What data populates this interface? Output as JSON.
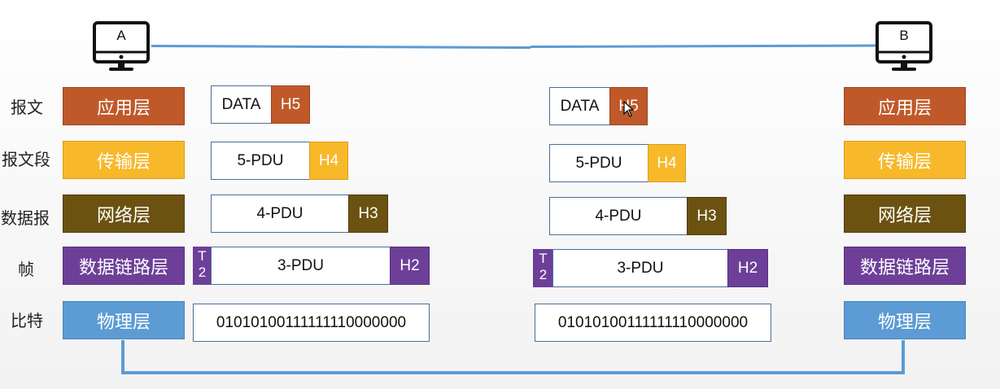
{
  "hosts": {
    "a": "A",
    "b": "B"
  },
  "row_labels": [
    "报文",
    "报文段",
    "数据报",
    "帧",
    "比特"
  ],
  "layers": {
    "application": "应用层",
    "transport": "传输层",
    "network": "网络层",
    "datalink": "数据链路层",
    "physical": "物理层"
  },
  "pdus": {
    "data": "DATA",
    "h5": "H5",
    "pdu5": "5-PDU",
    "h4": "H4",
    "pdu4": "4-PDU",
    "h3": "H3",
    "pdu3": "3-PDU",
    "h2": "H2",
    "trailer_top": "T",
    "trailer_bottom": "2",
    "bits": "01010100111111110000000"
  },
  "colors": {
    "application": "#c0592a",
    "transport": "#f7b82a",
    "network": "#6b5210",
    "datalink": "#6d3f99",
    "physical": "#5c9bd3",
    "link": "#5b9bd5"
  }
}
